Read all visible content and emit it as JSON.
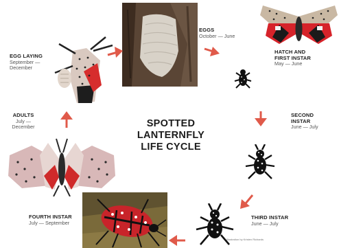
{
  "title_lines": [
    "SPOTTED",
    "LANTERNFLY",
    "LIFE CYCLE"
  ],
  "stages": {
    "eggs": {
      "name": "EGGS",
      "dates": "October — June"
    },
    "hatch": {
      "name_line1": "HATCH AND",
      "name_line2": "FIRST INSTAR",
      "dates": "May — June"
    },
    "second": {
      "name_line1": "SECOND",
      "name_line2": "INSTAR",
      "dates": "June — July"
    },
    "third": {
      "name": "THIRD INSTAR",
      "dates": "June — July"
    },
    "fourth": {
      "name": "FOURTH INSTAR",
      "dates": "July — September"
    },
    "adults": {
      "name": "ADULTS",
      "dates_line1": "July —",
      "dates_line2": "December"
    },
    "egg_laying": {
      "name": "EGG LAYING",
      "dates_line1": "September —",
      "dates_line2": "December"
    }
  },
  "credit": "Illustration by Kristen Richards",
  "colors": {
    "arrow": "#e05a4a",
    "text_dark": "#222222",
    "text_muted": "#555555"
  },
  "icons": [
    "egg-mass-photo",
    "adult-wings-open-photo",
    "nymph-black-spotted",
    "nymph-red-photo",
    "adult-wings-spread-icon"
  ]
}
